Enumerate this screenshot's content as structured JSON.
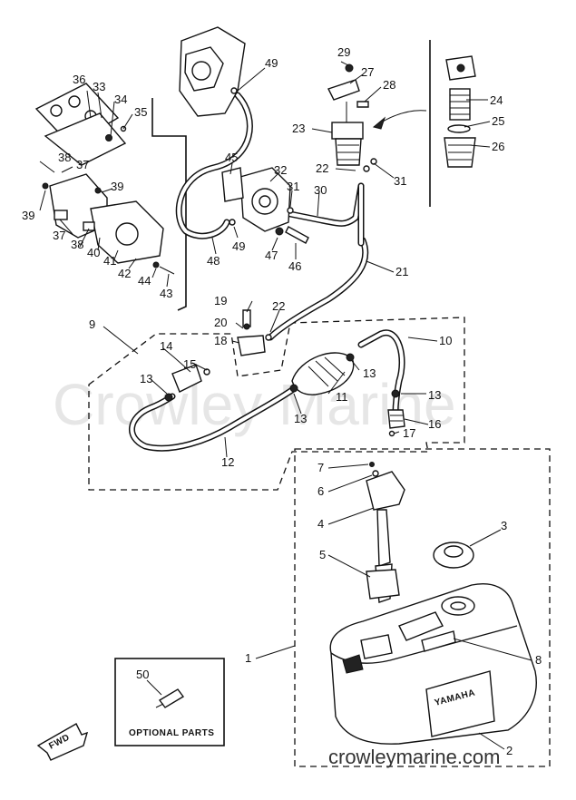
{
  "watermark": "Crowley Marine",
  "site": "crowleymarine.com",
  "optional_box": {
    "label": "OPTIONAL PARTS",
    "part": "50"
  },
  "fwd_label": "FWD",
  "tank_brand": "YAMAHA",
  "callouts": [
    "1",
    "2",
    "3",
    "4",
    "5",
    "6",
    "7",
    "8",
    "9",
    "10",
    "11",
    "12",
    "13",
    "14",
    "15",
    "16",
    "17",
    "18",
    "19",
    "20",
    "21",
    "22",
    "23",
    "24",
    "25",
    "26",
    "27",
    "28",
    "29",
    "30",
    "31",
    "32",
    "33",
    "34",
    "35",
    "36",
    "37",
    "38",
    "39",
    "40",
    "41",
    "42",
    "43",
    "44",
    "45",
    "46",
    "47",
    "48",
    "49",
    "50"
  ]
}
